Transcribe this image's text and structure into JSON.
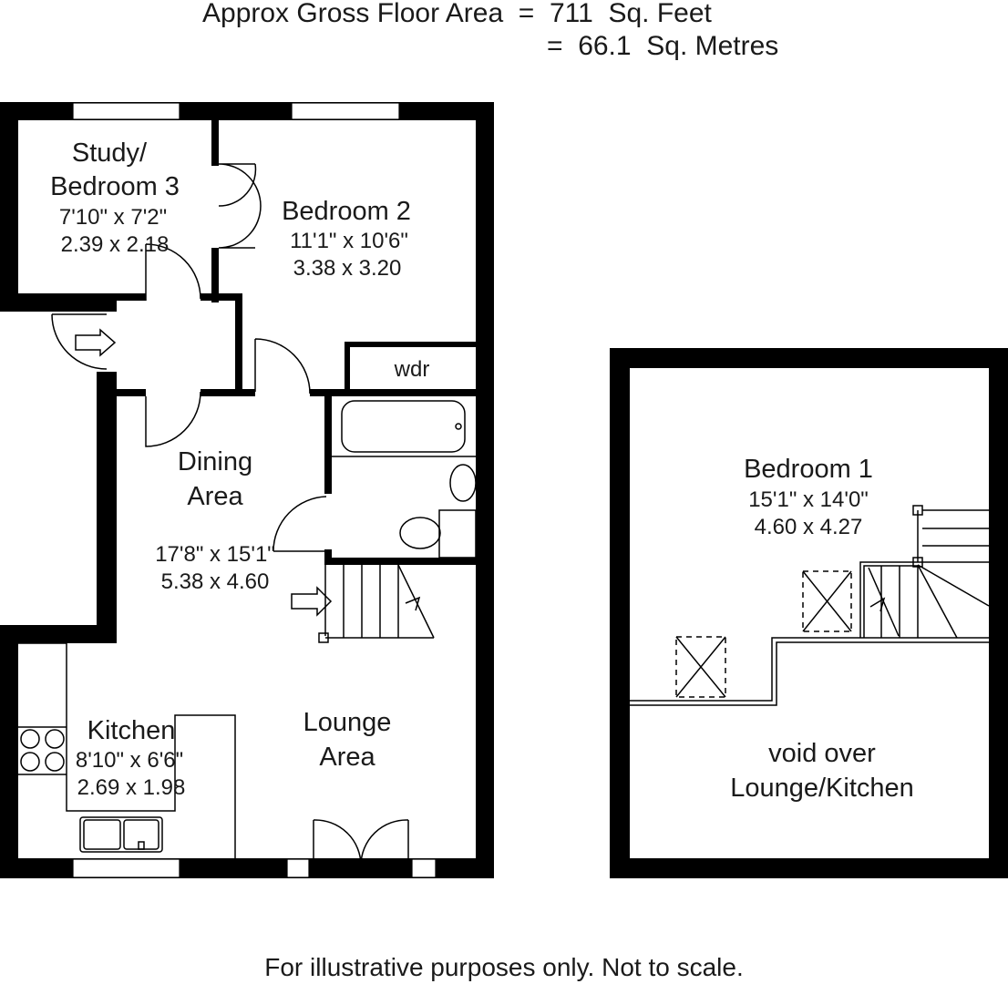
{
  "header": {
    "area_line1": "Approx Gross Floor Area  =  711  Sq. Feet",
    "area_line2": "=  66.1  Sq. Metres"
  },
  "ground_floor": {
    "rooms": {
      "study": {
        "name_line1": "Study/",
        "name_line2": "Bedroom 3",
        "dim_imperial": "7'10\"  x  7'2\"",
        "dim_metric": "2.39  x  2.18"
      },
      "bedroom2": {
        "name": "Bedroom 2",
        "dim_imperial": "11'1\" x 10'6\"",
        "dim_metric": "3.38  x  3.20"
      },
      "wardrobe": {
        "name": "wdr"
      },
      "dining": {
        "name_line1": "Dining",
        "name_line2": "Area",
        "dim_imperial": "17'8\" x 15'1\"",
        "dim_metric": "5.38  x  4.60"
      },
      "kitchen": {
        "name": "Kitchen",
        "dim_imperial": "8'10\"  x  6'6\"",
        "dim_metric": "2.69  x  1.98"
      },
      "lounge": {
        "name_line1": "Lounge",
        "name_line2": "Area"
      }
    },
    "icons": [
      "entrance-arrow-icon",
      "stairs-arrow-icon",
      "bath-icon",
      "basin-icon",
      "toilet-icon",
      "hob-icon",
      "sink-icon"
    ]
  },
  "first_floor": {
    "rooms": {
      "bedroom1": {
        "name": "Bedroom 1",
        "dim_imperial": "15'1\" x 14'0\"",
        "dim_metric": "4.60  x  4.27"
      },
      "void": {
        "line1": "void over",
        "line2": "Lounge/Kitchen"
      }
    },
    "icons": [
      "skylight-icon",
      "skylight-icon",
      "stairs-icon"
    ]
  },
  "footer": {
    "disclaimer": "For illustrative purposes only. Not to scale."
  },
  "colors": {
    "wall": "#000000",
    "background": "#ffffff",
    "text": "#1a1a1a"
  }
}
